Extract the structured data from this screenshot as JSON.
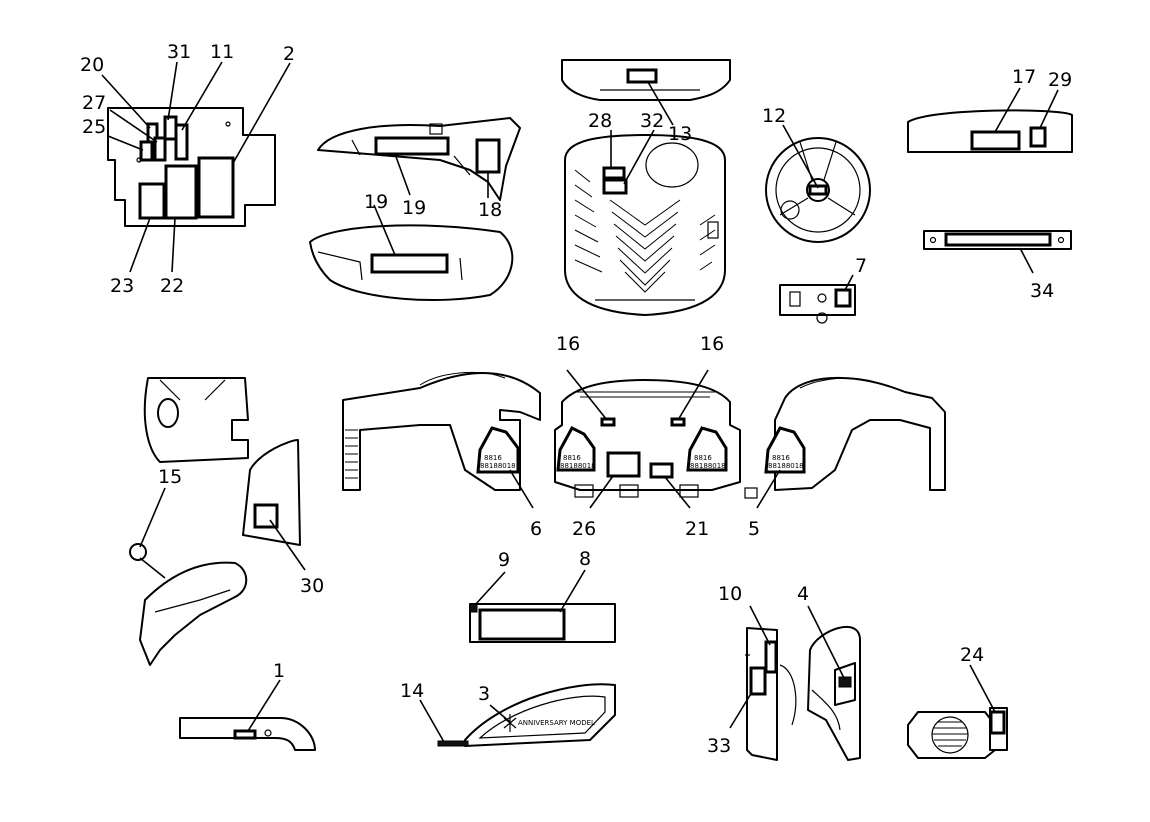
{
  "callouts": [
    {
      "id": "20",
      "label": "20"
    },
    {
      "id": "31",
      "label": "31"
    },
    {
      "id": "11",
      "label": "11"
    },
    {
      "id": "2",
      "label": "2"
    },
    {
      "id": "27",
      "label": "27"
    },
    {
      "id": "25",
      "label": "25"
    },
    {
      "id": "23",
      "label": "23"
    },
    {
      "id": "22",
      "label": "22"
    },
    {
      "id": "19a",
      "label": "19"
    },
    {
      "id": "18",
      "label": "18"
    },
    {
      "id": "19b",
      "label": "19"
    },
    {
      "id": "28",
      "label": "28"
    },
    {
      "id": "32",
      "label": "32"
    },
    {
      "id": "13",
      "label": "13"
    },
    {
      "id": "12",
      "label": "12"
    },
    {
      "id": "7",
      "label": "7"
    },
    {
      "id": "17",
      "label": "17"
    },
    {
      "id": "29",
      "label": "29"
    },
    {
      "id": "34",
      "label": "34"
    },
    {
      "id": "16a",
      "label": "16"
    },
    {
      "id": "16b",
      "label": "16"
    },
    {
      "id": "6",
      "label": "6"
    },
    {
      "id": "26",
      "label": "26"
    },
    {
      "id": "21",
      "label": "21"
    },
    {
      "id": "5",
      "label": "5"
    },
    {
      "id": "15",
      "label": "15"
    },
    {
      "id": "30",
      "label": "30"
    },
    {
      "id": "9",
      "label": "9"
    },
    {
      "id": "8",
      "label": "8"
    },
    {
      "id": "1",
      "label": "1"
    },
    {
      "id": "14",
      "label": "14"
    },
    {
      "id": "3",
      "label": "3"
    },
    {
      "id": "10",
      "label": "10"
    },
    {
      "id": "4",
      "label": "4"
    },
    {
      "id": "33",
      "label": "33"
    },
    {
      "id": "24",
      "label": "24"
    }
  ],
  "decal_text": {
    "anniversary": "ANNIVERSARY MODEL",
    "hand_code": "8816",
    "hand_warning": "88188018"
  }
}
